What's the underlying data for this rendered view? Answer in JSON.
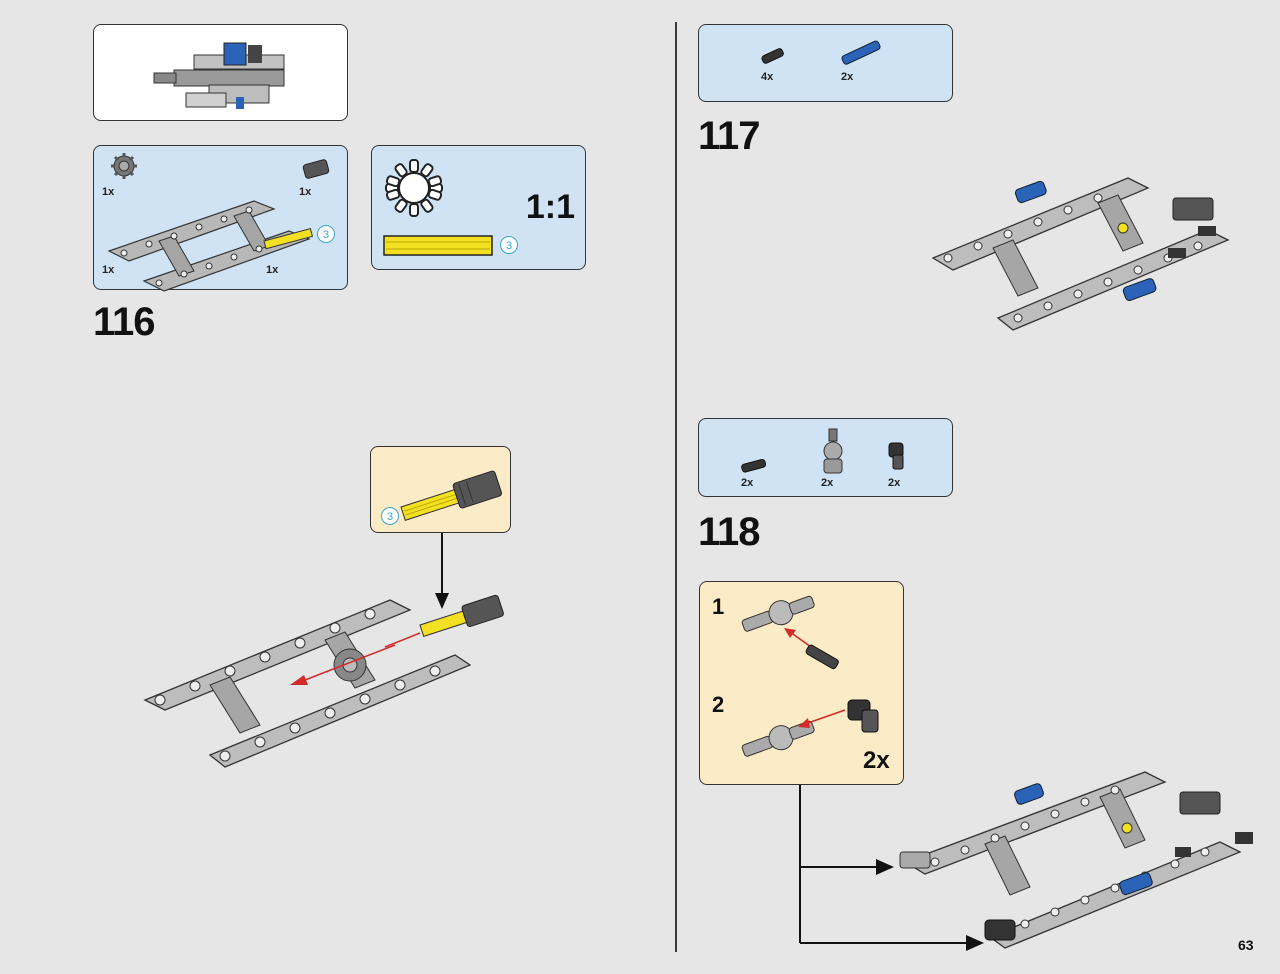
{
  "page_number": "63",
  "colors": {
    "background": "#e6e6e6",
    "parts_box": "#cfe3f4",
    "sub_box": "#fcebc7",
    "axle_yellow": "#f4e023",
    "pin_blue": "#2a63b8",
    "arrow_red": "#d42a2a"
  },
  "step116": {
    "number": "116",
    "parts": [
      {
        "icon": "gear-icon",
        "qty": "1x"
      },
      {
        "icon": "bush-icon",
        "qty": "1x"
      },
      {
        "icon": "frame-icon",
        "qty": "1x"
      },
      {
        "icon": "axle-icon",
        "qty": "1x",
        "length": "3"
      }
    ],
    "scale_box": {
      "ratio": "1:1",
      "axle_length": "3"
    },
    "callout": {
      "axle_length": "3"
    }
  },
  "step117": {
    "number": "117",
    "parts": [
      {
        "icon": "black-pin-icon",
        "qty": "4x"
      },
      {
        "icon": "blue-pin-icon",
        "qty": "2x"
      }
    ]
  },
  "step118": {
    "number": "118",
    "parts": [
      {
        "icon": "black-pin-icon",
        "qty": "2x"
      },
      {
        "icon": "connector-icon",
        "qty": "2x"
      },
      {
        "icon": "angle-connector-icon",
        "qty": "2x"
      }
    ],
    "subassembly": {
      "substep1": "1",
      "substep2": "2",
      "multiplier": "2x"
    }
  }
}
